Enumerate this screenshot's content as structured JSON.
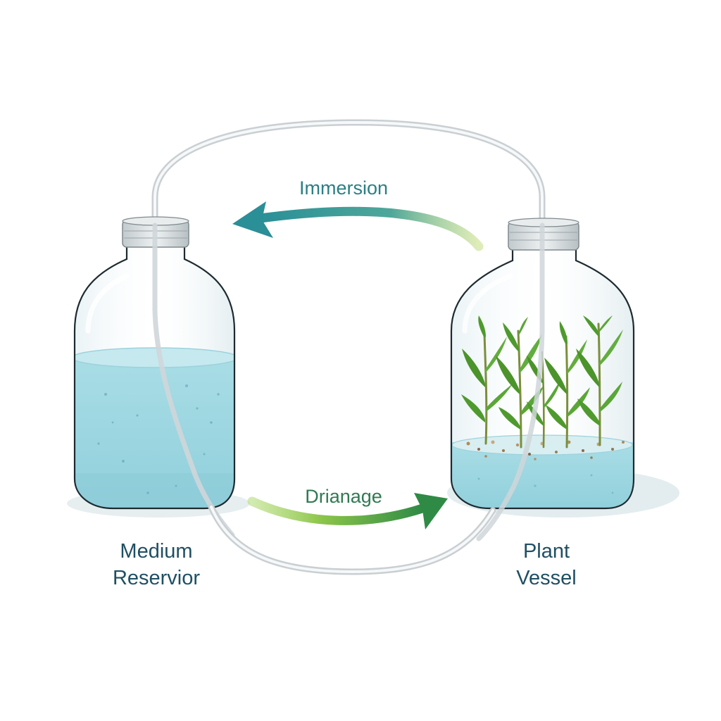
{
  "labels": {
    "immersion": "Immersion",
    "drainage": "Drianage",
    "reservoir_line1": "Medium",
    "reservoir_line2": "Reservior",
    "plant_line1": "Plant",
    "plant_line2": "Vessel"
  },
  "colors": {
    "medium_fill": "#a9dde6",
    "medium_surface": "#c5e9ef",
    "glass_outline": "#1d2a30",
    "cap": "#d3d9dc",
    "tube": "#d9dee0",
    "immersion_arrow_start": "#2a8f97",
    "immersion_arrow_end": "#c9e08a",
    "drainage_arrow_start": "#8dc64a",
    "drainage_arrow_end": "#2f8a45",
    "plant_green": "#4f9a2e",
    "label_text": "#1f4f63"
  },
  "icons": {
    "reservoir": "bottle-icon",
    "plant_vessel": "plant-jar-icon",
    "tube": "tube-icon"
  }
}
